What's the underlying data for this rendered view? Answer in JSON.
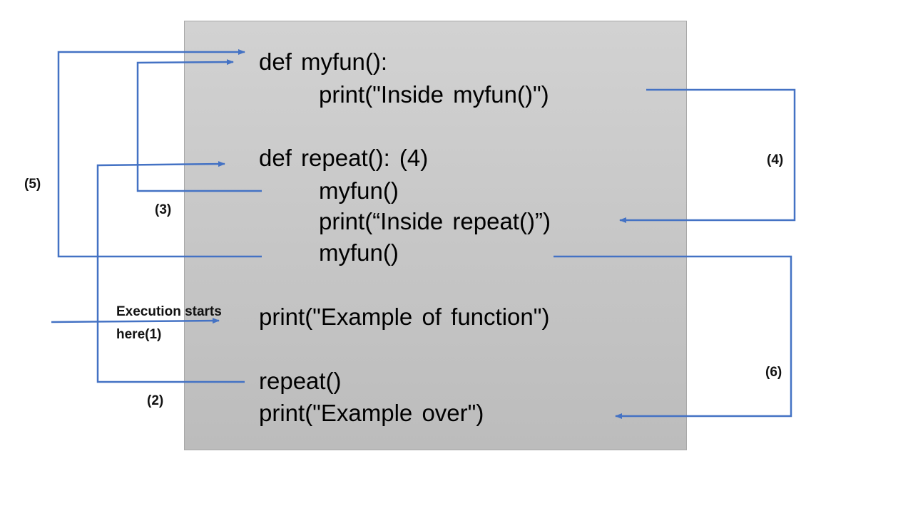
{
  "code": {
    "line1": "def myfun():",
    "line2": "print(\"Inside myfun()\")",
    "line3": "def repeat(): (4)",
    "line4": "myfun()",
    "line5": "print(“Inside repeat()”)",
    "line6": "myfun()",
    "line7": "print(\"Example of function\")",
    "line8": "repeat()",
    "line9": "print(\"Example over\")"
  },
  "labels": {
    "step1_line1": "Execution starts",
    "step1_line2": "here(1)",
    "step2": "(2)",
    "step3": "(3)",
    "step4": "(4)",
    "step5": "(5)",
    "step6": "(6)"
  },
  "colors": {
    "arrow": "#4472c4",
    "code_background": "#c8c8c8"
  }
}
